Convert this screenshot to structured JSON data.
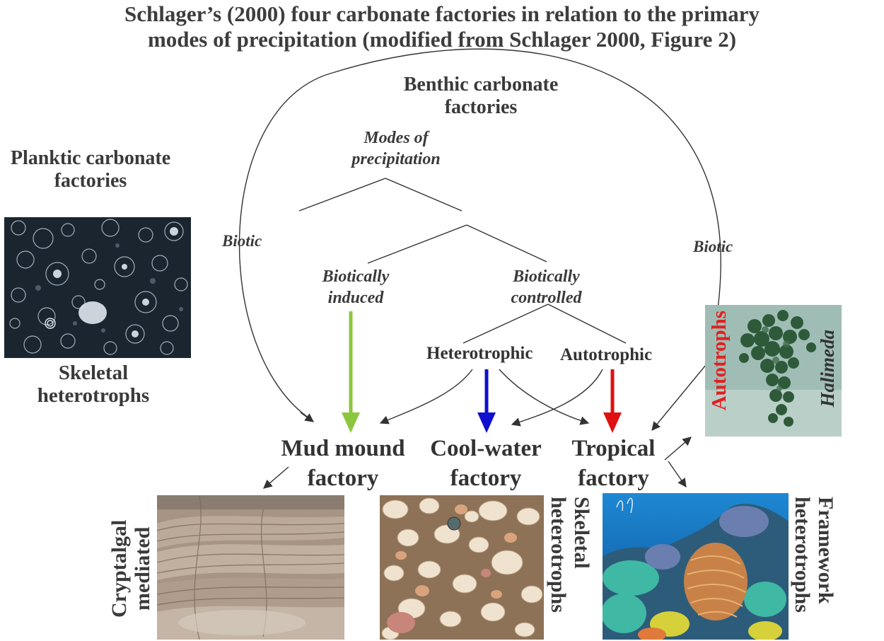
{
  "title": {
    "line1": "Schlager’s (2000) four carbonate factories in relation to the primary",
    "line2": "modes of precipitation (modified from Schlager 2000, Figure 2)"
  },
  "labels": {
    "benthic_line1": "Benthic carbonate",
    "benthic_line2": "factories",
    "modes_line1": "Modes of",
    "modes_line2": "precipitation",
    "planktic_line1": "Planktic carbonate",
    "planktic_line2": "factories",
    "biotic_left": "Biotic",
    "biotic_right": "Biotic",
    "induced_line1": "Biotically",
    "induced_line2": "induced",
    "controlled_line1": "Biotically",
    "controlled_line2": "controlled",
    "heterotrophic": "Heterotrophic",
    "autotrophic": "Autotrophic",
    "skeletal_left_line1": "Skeletal",
    "skeletal_left_line2": "heterotrophs",
    "autotrophs": "Autotrophs",
    "halimeda": "Halimeda",
    "cryptalgal_line1": "Cryptalgal",
    "cryptalgal_line2": "mediated",
    "skeletal_bottom_line1": "Skeletal",
    "skeletal_bottom_line2": "heterotrophs",
    "framework_line1": "Framework",
    "framework_line2": "heterotrophs"
  },
  "factories": {
    "mud_line1": "Mud mound",
    "mud_line2": "factory",
    "cool_line1": "Cool-water",
    "cool_line2": "factory",
    "tropical_line1": "Tropical",
    "tropical_line2": "factory"
  },
  "colors": {
    "induced_arrow": "#8cc63f",
    "heterotrophic_arrow": "#1010d0",
    "autotrophic_arrow": "#e01010",
    "autotrophs_text": "#e02020",
    "line": "#333333"
  },
  "icons": {
    "planktic_photo": "foraminifera-micrograph",
    "halimeda_photo": "green-alga",
    "mud_photo": "laminated-rock",
    "shells_photo": "shell-beach",
    "reef_photo": "coral-reef"
  }
}
